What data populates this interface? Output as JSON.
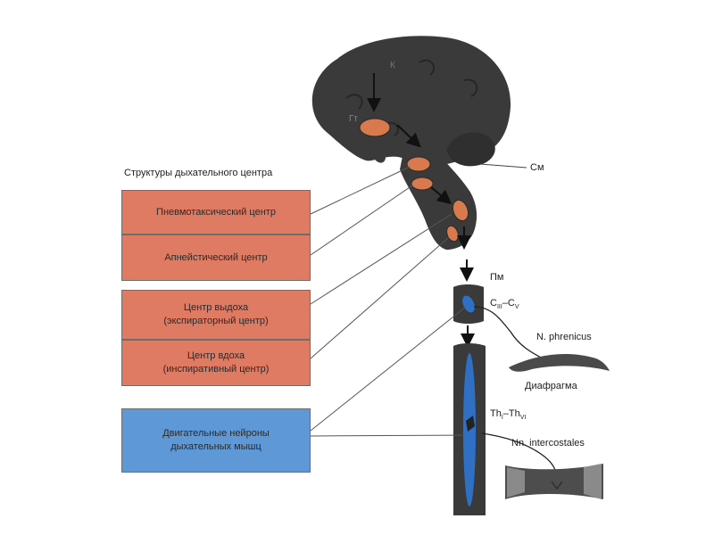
{
  "heading": "Структуры дыхательного центра",
  "boxes": {
    "pneumotaxic": "Пневмотаксический центр",
    "apneustic": "Апнейстический центр",
    "expiratory": [
      "Центр выдоха",
      "(экспираторный центр)"
    ],
    "inspiratory": [
      "Центр вдоха",
      "(инспиративный центр)"
    ],
    "motor_neurons": [
      "Двигательные нейроны",
      "дыхательных мышц"
    ]
  },
  "labels": {
    "k": "К",
    "gt": "Гт",
    "sm": "См",
    "pm": "Пм",
    "c_range": "C",
    "c_sub_start": "III",
    "c_sub_end": "V",
    "th_range": "Th",
    "th_sub_start": "I",
    "th_sub_end": "VI",
    "n_phrenicus": "N. phrenicus",
    "diaphragm": "Диафрагма",
    "nn_intercostales": "Nn. intercostales"
  },
  "colors": {
    "brain": "#3a3a3a",
    "nucleus": "#d9794e",
    "motor": "#2f6fc4",
    "box_red": "#df7b62",
    "box_blue": "#5f98d6"
  }
}
